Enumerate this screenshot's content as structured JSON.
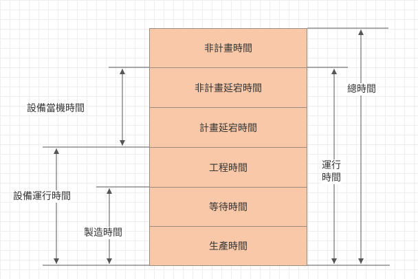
{
  "stack": [
    {
      "id": "unplanned",
      "label": "非計畫時間"
    },
    {
      "id": "unplanned-delay",
      "label": "非計畫延宕時間"
    },
    {
      "id": "planned-delay",
      "label": "計畫延宕時間"
    },
    {
      "id": "engineering",
      "label": "工程時間"
    },
    {
      "id": "waiting",
      "label": "等待時間"
    },
    {
      "id": "production",
      "label": "生產時間"
    }
  ],
  "spans": {
    "standby": "設備當機時間",
    "running": "設備運行時間",
    "manufacturing": "製造時間",
    "total": "總時間",
    "operating": "運行\n時間"
  },
  "colors": {
    "block_fill": "#f8c8a8",
    "line": "#555555",
    "text": "#333333"
  }
}
